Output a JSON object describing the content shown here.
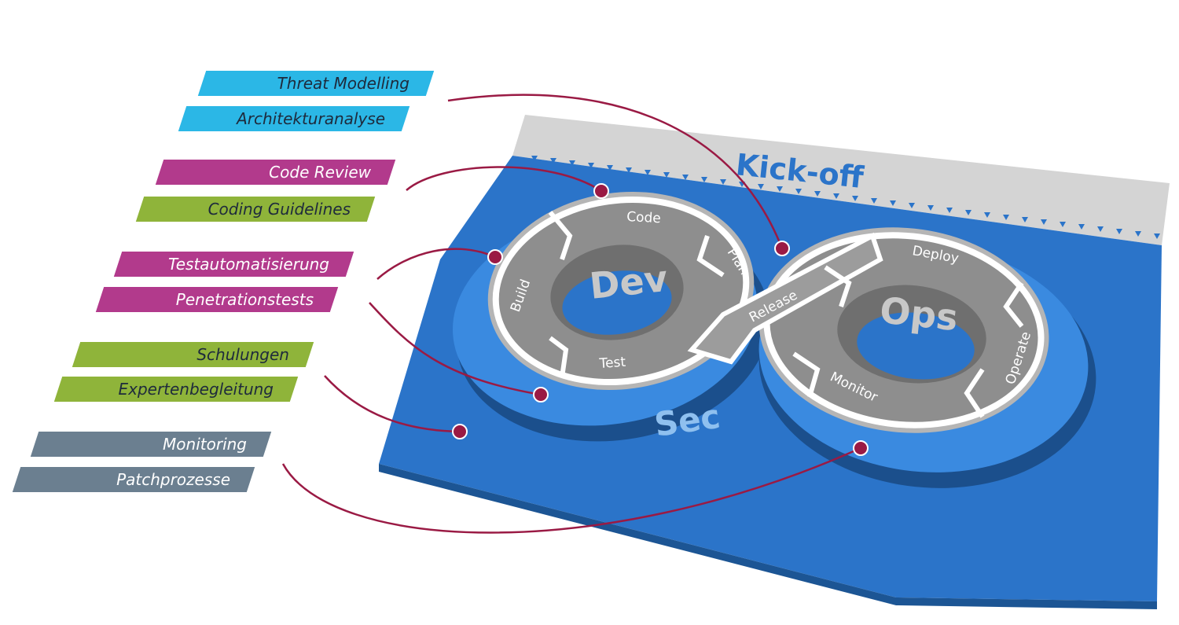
{
  "labels": {
    "threat_modelling": "Threat Modelling",
    "architekturanalyse": "Architekturanalyse",
    "code_review": "Code Review",
    "coding_guidelines": "Coding Guidelines",
    "testautomatisierung": "Testautomatisierung",
    "penetrationstests": "Penetrationstests",
    "schulungen": "Schulungen",
    "expertenbegleitung": "Expertenbegleitung",
    "monitoring": "Monitoring",
    "patchprozesse": "Patchprozesse"
  },
  "diagram": {
    "kickoff": "Kick-off",
    "dev": "Dev",
    "ops": "Ops",
    "sec": "Sec",
    "stages": {
      "code": "Code",
      "build": "Build",
      "test": "Test",
      "plan": "Plan",
      "release": "Release",
      "deploy": "Deploy",
      "operate": "Operate",
      "monitor": "Monitor"
    }
  },
  "colors": {
    "cyan": "#2bb7e6",
    "magenta": "#b23a8c",
    "green": "#8fb43a",
    "slate": "#6b7f90",
    "blue": "#2b74c9",
    "connector": "#9a1a44",
    "gray": "#9a9a9a"
  }
}
